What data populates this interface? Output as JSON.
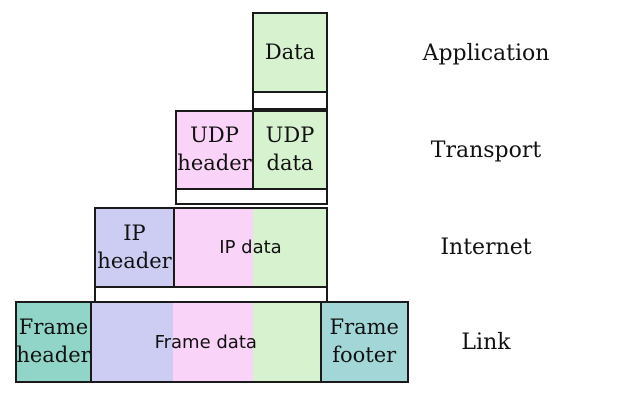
{
  "colors": {
    "background": "#ffffff",
    "border": "#1a1a1a",
    "text": "#111111",
    "green": "#d6f2cf",
    "pink": "#fad4f8",
    "lavender": "#cdcdf3",
    "teal_header": "#90d5c7",
    "teal_footer": "#a3d6d6"
  },
  "boxes": {
    "data": {
      "label": "Data"
    },
    "udp_header": {
      "line1": "UDP",
      "line2": "header"
    },
    "udp_data": {
      "line1": "UDP",
      "line2": "data"
    },
    "ip_header": {
      "line1": "IP",
      "line2": "header"
    },
    "ip_data": {
      "label": "IP data"
    },
    "frame_header": {
      "line1": "Frame",
      "line2": "header"
    },
    "frame_data": {
      "label": "Frame data"
    },
    "frame_footer": {
      "line1": "Frame",
      "line2": "footer"
    }
  },
  "layer_labels": {
    "application": "Application",
    "transport": "Transport",
    "internet": "Internet",
    "link": "Link"
  }
}
